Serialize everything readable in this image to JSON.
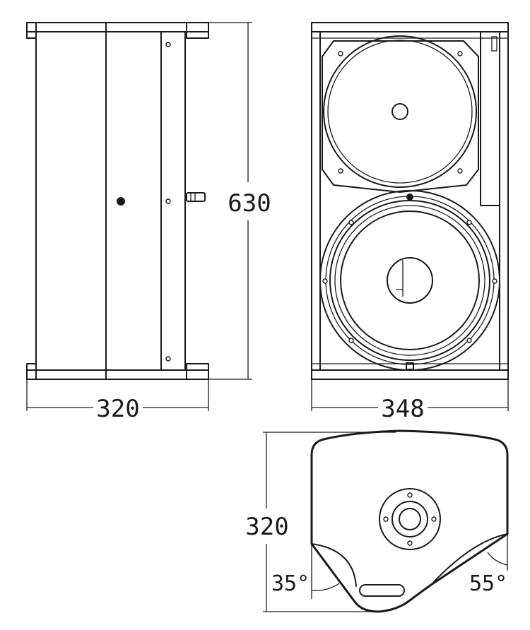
{
  "dimensions": {
    "side_width": "320",
    "front_width": "348",
    "height": "630",
    "depth": "320",
    "angle_left": "35°",
    "angle_right": "55°"
  },
  "colors": {
    "line": "#1a1a1a",
    "background": "#ffffff"
  }
}
